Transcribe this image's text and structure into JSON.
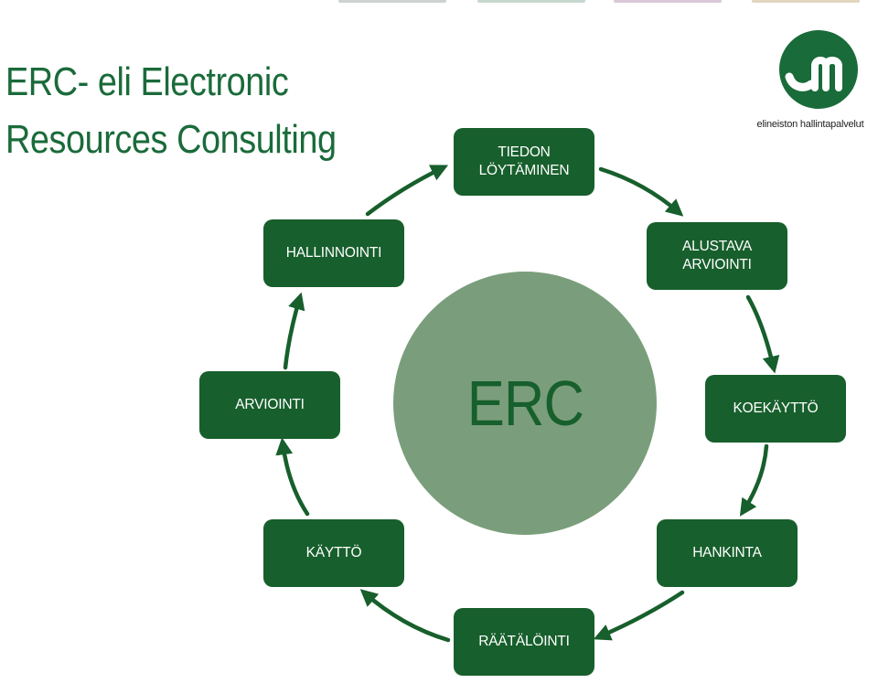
{
  "title": {
    "line1": "ERC- eli Electronic",
    "line2": "Resources Consulting"
  },
  "logo": {
    "icon": "lm-logo-icon",
    "caption": "elineiston hallintapalvelut",
    "color": "#1a6b3a"
  },
  "diagram": {
    "center_label": "ERC",
    "node_color": "#175f2c",
    "circle_color": "#7a9e7b",
    "steps": [
      {
        "line1": "TIEDON",
        "line2": "LÖYTÄMINEN"
      },
      {
        "line1": "ALUSTAVA",
        "line2": "ARVIOINTI"
      },
      {
        "line1": "KOEKÄYTTÖ"
      },
      {
        "line1": "HANKINTA"
      },
      {
        "line1": "RÄÄTÄLÖINTI"
      },
      {
        "line1": "KÄYTTÖ"
      },
      {
        "line1": "ARVIOINTI"
      },
      {
        "line1": "HALLINNOINTI"
      }
    ]
  }
}
